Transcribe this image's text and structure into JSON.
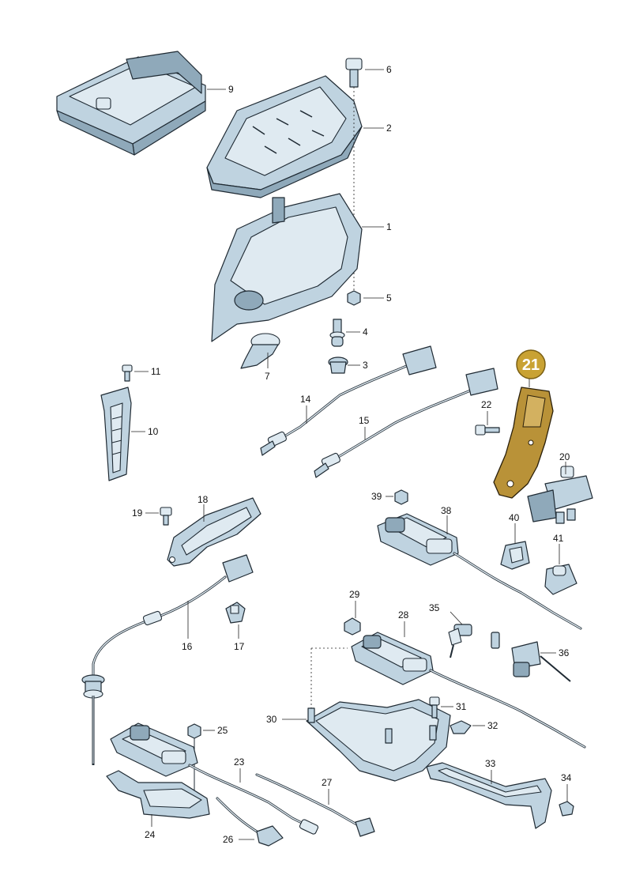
{
  "labels": {
    "p1": "1",
    "p2": "2",
    "p3": "3",
    "p4": "4",
    "p5": "5",
    "p6": "6",
    "p7": "7",
    "p9": "9",
    "p10": "10",
    "p11": "11",
    "p14": "14",
    "p15": "15",
    "p16": "16",
    "p17": "17",
    "p18": "18",
    "p19": "19",
    "p20": "20",
    "p21": "21",
    "p22": "22",
    "p23": "23",
    "p24": "24",
    "p25": "25",
    "p26": "26",
    "p27": "27",
    "p28": "28",
    "p29": "29",
    "p30": "30",
    "p31": "31",
    "p32": "32",
    "p33": "33",
    "p34": "34",
    "p35": "35",
    "p36": "36",
    "p38": "38",
    "p39": "39",
    "p40": "40",
    "p41": "41"
  },
  "highlight": {
    "part": "21",
    "color": "#c9a233"
  }
}
